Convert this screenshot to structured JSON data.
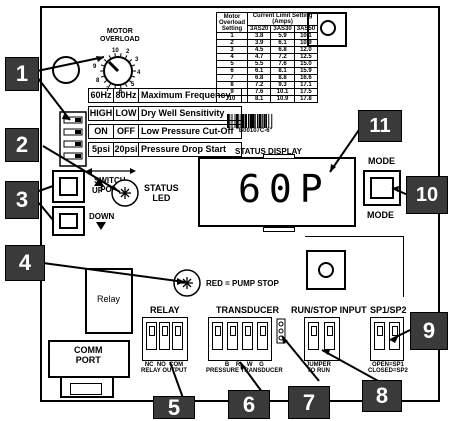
{
  "callouts": [
    "1",
    "2",
    "3",
    "4",
    "5",
    "6",
    "7",
    "8",
    "9",
    "10",
    "11"
  ],
  "motor_overload": {
    "title": "MOTOR\nOVERLOAD",
    "dial_numbers": [
      "10",
      "2",
      "3",
      "4",
      "5",
      "6",
      "7",
      "8",
      "9"
    ]
  },
  "table": {
    "headers": [
      "Motor\nOverload\nSetting",
      "Current Limit Setting\n(Amps)"
    ],
    "subheaders": [
      "3AS20",
      "3AS30",
      "3AS50"
    ],
    "rows": [
      [
        "1",
        "3.8",
        "5.9",
        "10.1"
      ],
      [
        "2",
        "3.9",
        "6.1",
        "10.9"
      ],
      [
        "3",
        "4.5",
        "6.8",
        "12.0"
      ],
      [
        "4",
        "4.7",
        "7.2",
        "12.5"
      ],
      [
        "5",
        "5.5",
        "7.6",
        "15.0"
      ],
      [
        "6",
        "6.1",
        "8.1",
        "15.9"
      ],
      [
        "7",
        "6.8",
        "8.8",
        "16.6"
      ],
      [
        "8",
        "7.2",
        "9.3",
        "17.1"
      ],
      [
        "9",
        "7.6",
        "10.1",
        "17.5"
      ],
      [
        "10",
        "8.1",
        "10.9",
        "17.8"
      ]
    ],
    "barcode_text": "\"B00107C-6\""
  },
  "switches": {
    "rows": [
      {
        "a": "60Hz",
        "b": "80Hz",
        "label": "Maximum Frequency"
      },
      {
        "a": "HIGH",
        "b": "LOW",
        "label": "Dry Well Sensitivity"
      },
      {
        "a": "ON",
        "b": "OFF",
        "label": "Low Pressure Cut-Off"
      },
      {
        "a": "5psi",
        "b": "20psi",
        "label": "Pressure Drop Start"
      }
    ],
    "pos_label": "SWITCH\nPOS."
  },
  "labels": {
    "status_led": "STATUS\nLED",
    "up": "UP",
    "down": "DOWN",
    "status_display": "STATUS DISPLAY",
    "display_value": "60P",
    "mode_top": "MODE",
    "mode_bottom": "MODE",
    "pump_stop": "RED = PUMP STOP",
    "relay_box": "Relay",
    "comm_port": "COMM\nPORT",
    "relay_header": "RELAY",
    "relay_terms": "NC  NO  COM\nRELAY OUTPUT",
    "transducer_header": "TRANSDUCER",
    "transducer_terms": "B    R    W    G\nPRESSURE TRANSDUCER",
    "runstop_header": "RUN/STOP INPUT",
    "runstop_terms": "JUMPER\nTO RUN",
    "sp_header": "SP1/SP2",
    "sp_terms": "OPEN=SP1\nCLOSED=SP2"
  }
}
